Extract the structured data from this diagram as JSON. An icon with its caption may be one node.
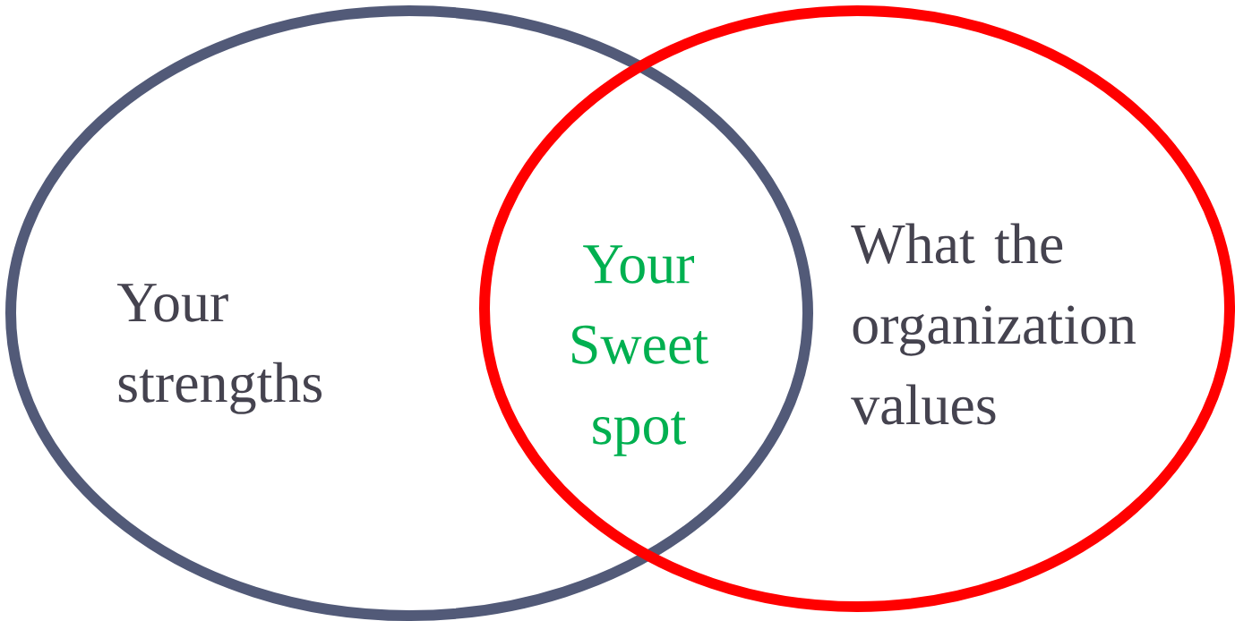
{
  "diagram": {
    "nodes": [
      {
        "text": [
          "Your strengths"
        ]
      },
      {
        "text": [
          "What the organization values"
        ]
      }
    ],
    "labels": [
      "Your Sweet spot"
    ]
  }
}
